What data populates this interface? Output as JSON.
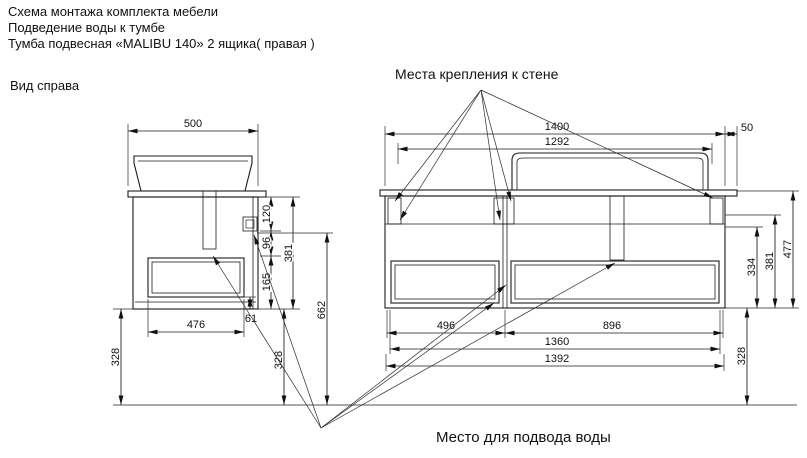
{
  "header": {
    "title": "Схема монтажа комплекта мебели",
    "subtitle": "Подведение воды к тумбе",
    "product": "Тумба подвесная «MALIBU 140»  2 ящика( правая )"
  },
  "labels": {
    "side_view": "Вид справа",
    "wall_mounting": "Места крепления к стене",
    "water_supply": "Место  для подвода воды"
  },
  "side_view": {
    "dims": {
      "top_width": "500",
      "h120": "120",
      "h96": "96",
      "h165": "165",
      "h381": "381",
      "drawer_gap": "61",
      "bottom_width": "476",
      "water_height": "662",
      "floor_left": "328",
      "floor_right": "328"
    }
  },
  "front_view": {
    "dims": {
      "total_width": "1400",
      "mounting_width": "1292",
      "side_offset": "50",
      "left_section_width": "496",
      "right_section_width": "896",
      "inner_width": "1360",
      "outer_width": "1392",
      "h334": "334",
      "h381": "381",
      "h477": "477",
      "floor_right": "328"
    }
  }
}
